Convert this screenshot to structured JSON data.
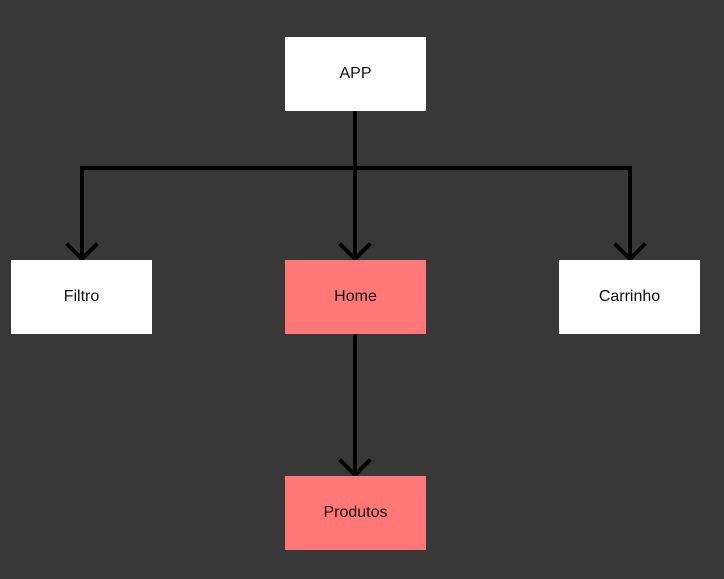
{
  "diagram": {
    "background_color": "#383838",
    "nodes": [
      {
        "id": "app",
        "label": "APP",
        "color": "#ffffff"
      },
      {
        "id": "filtro",
        "label": "Filtro",
        "color": "#ffffff"
      },
      {
        "id": "home",
        "label": "Home",
        "color": "#ff7777"
      },
      {
        "id": "carrinho",
        "label": "Carrinho",
        "color": "#ffffff"
      },
      {
        "id": "produtos",
        "label": "Produtos",
        "color": "#ff7777"
      }
    ],
    "edges": [
      {
        "from": "app",
        "to": "filtro"
      },
      {
        "from": "app",
        "to": "home"
      },
      {
        "from": "app",
        "to": "carrinho"
      },
      {
        "from": "home",
        "to": "produtos"
      }
    ],
    "edge_color": "#000000"
  }
}
